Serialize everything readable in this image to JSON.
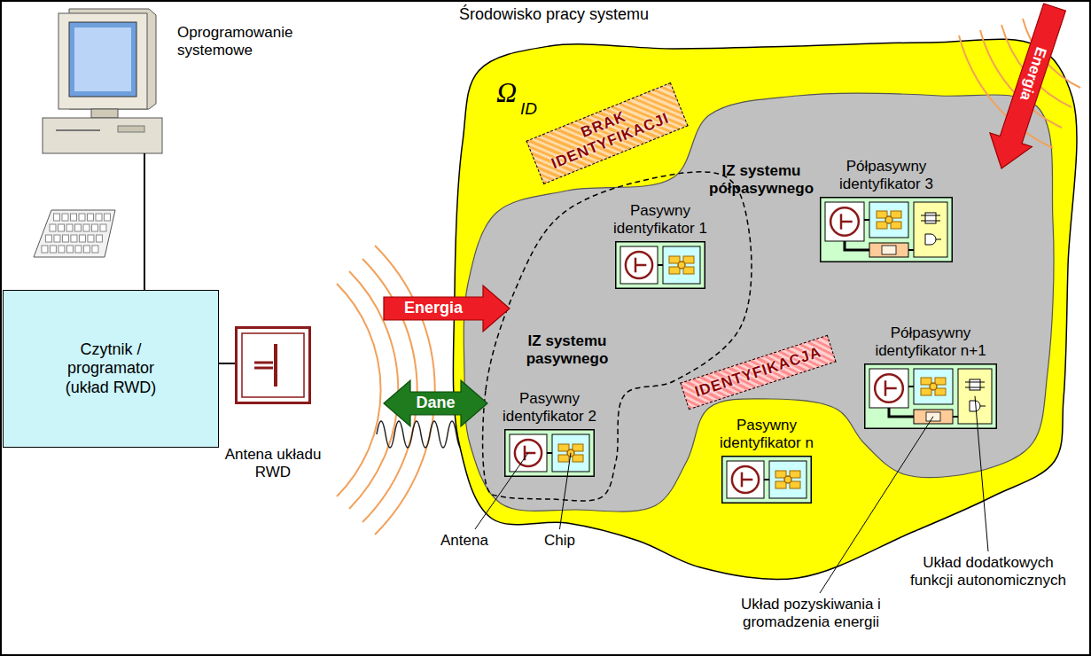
{
  "diagram": {
    "nodes": [
      {
        "text": [
          "Środowisko pracy systemu"
        ]
      },
      {
        "text": [
          "Oprogramowanie systemowe"
        ],
        "in": 0
      },
      {
        "text": [
          "Czytnik / programator (układ RWD)"
        ],
        "in": 0
      },
      {
        "text": [
          "Antena układu RWD"
        ],
        "in": 0
      },
      {
        "text": [
          "Ω",
          "ID"
        ],
        "in": 0
      },
      {
        "text": [
          "BRAK IDENTYFIKACJI"
        ],
        "in": 4
      },
      {
        "text": [
          "IZ systemu półpasywnego"
        ],
        "in": 4
      },
      {
        "text": [
          "IZ systemu pasywnego"
        ],
        "in": 6
      },
      {
        "text": [
          "Pasywny identyfikator 1"
        ],
        "in": 7
      },
      {
        "text": [
          "Pasywny identyfikator 2"
        ],
        "in": 7
      },
      {
        "text": [
          "IDENTYFIKACJA"
        ],
        "in": 6
      },
      {
        "text": [
          "Półpasywny identyfikator 3"
        ],
        "in": 6
      },
      {
        "text": [
          "Półpasywny identyfikator n+1"
        ],
        "in": 6
      },
      {
        "text": [
          "Pasywny identyfikator n"
        ],
        "in": 4
      }
    ],
    "edges": [
      {
        "from": 1,
        "to": 2,
        "arrow": "none"
      },
      {
        "from": 2,
        "to": 3,
        "arrow": "none"
      },
      {
        "from": 3,
        "to": 4,
        "arrow": "to",
        "label": "Energia"
      },
      {
        "from": 3,
        "to": 4,
        "arrow": "both",
        "label": "Dane"
      }
    ],
    "labels": [
      "Energia",
      "Antena",
      "Chip",
      "Układ dodatkowych funkcji autonomicznych",
      "Układ pozyskiwania i gromadzenia energii"
    ]
  }
}
